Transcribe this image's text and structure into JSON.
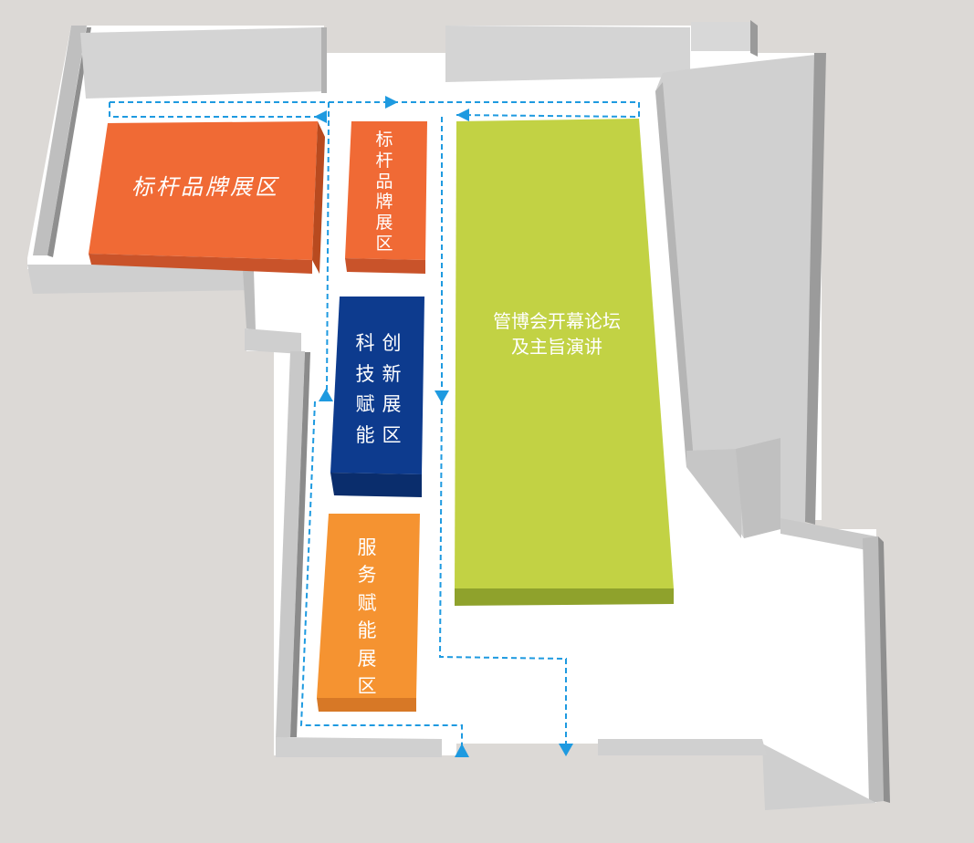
{
  "zones": {
    "benchmark_left": {
      "label": "标杆品牌展区",
      "color": "#f06a35"
    },
    "benchmark_right": {
      "label": "标杆品牌展区",
      "color": "#f06a35"
    },
    "tech_innovation": {
      "col1": "科技赋能",
      "col2": "创新展区",
      "color": "#0d3b8e"
    },
    "service": {
      "label": "服务赋能展区",
      "color": "#f59331"
    },
    "forum": {
      "line1": "管博会开幕论坛",
      "line2": "及主旨演讲",
      "color": "#c2d244"
    }
  },
  "colors": {
    "background": "#dcd9d6",
    "floor": "#ffffff",
    "wall": "#bdbdbd",
    "route": "#1e9ae0"
  }
}
